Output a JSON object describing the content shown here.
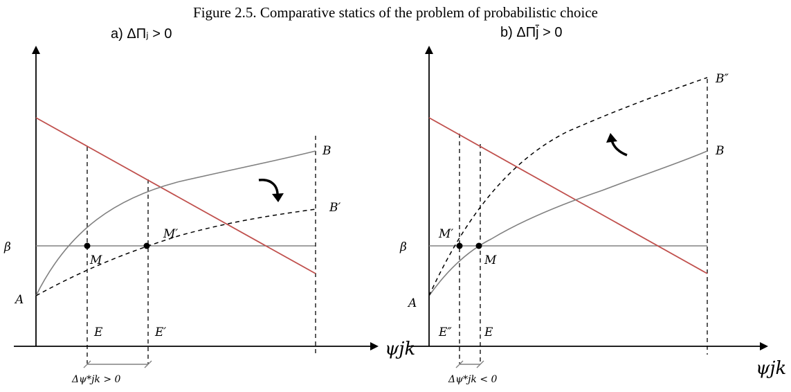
{
  "figure": {
    "title": "Figure 2.5. Comparative statics of the problem of probabilistic choice"
  },
  "panel_a": {
    "subtitle": "a)  ΔΠⱼ > 0",
    "labels": {
      "beta": "β",
      "A": "A",
      "B": "B",
      "B_prime": "B′",
      "M": "M",
      "M_prime": "M′",
      "E": "E",
      "E_prime": "E′",
      "axis_x": "ψjk",
      "delta": "Δψ*jk > 0"
    }
  },
  "panel_b": {
    "subtitle": "b)  ΔΠj̄ > 0",
    "labels": {
      "beta": "β",
      "A": "A",
      "B": "B",
      "B_double": "B″",
      "M": "M",
      "M_prime": "M′",
      "E": "E",
      "E_double": "E″",
      "axis_x": "ψjk",
      "delta": "Δψ*jk < 0"
    }
  },
  "colors": {
    "red_line": "#c0504d",
    "gray_curve": "#808080",
    "axis": "#000000"
  }
}
